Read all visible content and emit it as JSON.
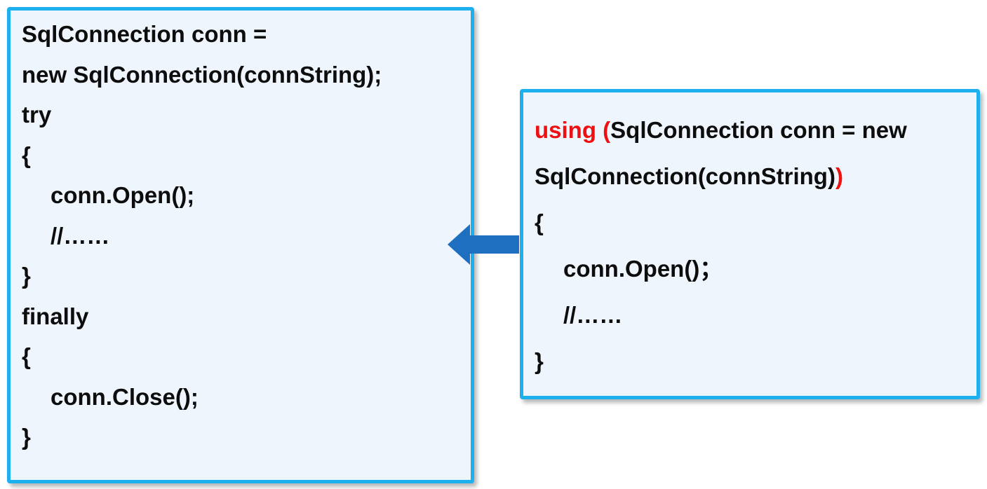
{
  "left_code": {
    "lines": [
      "SqlConnection conn =",
      "new SqlConnection(connString);",
      "try",
      "{",
      "conn.Open();",
      "//……",
      "}",
      "finally",
      "{",
      "conn.Close();",
      "}"
    ]
  },
  "right_code": {
    "line1_keyword": "using",
    "line1_open_paren": " (",
    "line1_rest": "SqlConnection conn = new",
    "line2_text": "SqlConnection(connString)",
    "line2_close_paren": ")",
    "lines": [
      "{",
      "conn.Open()；",
      "//……",
      "}"
    ]
  },
  "colors": {
    "box_border": "#1db0ef",
    "box_fill": "#eef5fc",
    "keyword": "#ee1111",
    "arrow": "#1f6fc0"
  },
  "icons": {
    "arrow": "arrow-left-icon"
  }
}
